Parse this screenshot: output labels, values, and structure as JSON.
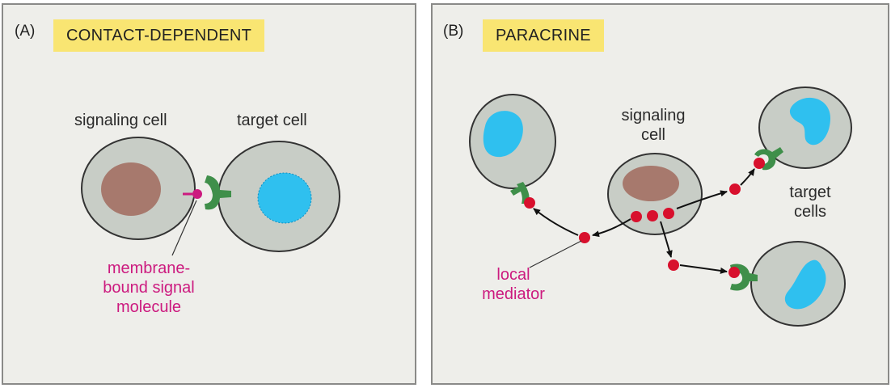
{
  "panel_a": {
    "tag": "(A)",
    "title": "CONTACT-DEPENDENT",
    "signaling_cell_label": "signaling cell",
    "target_cell_label": "target cell",
    "signal_label": [
      "membrane-",
      "bound signal",
      "molecule"
    ]
  },
  "panel_b": {
    "tag": "(B)",
    "title": "PARACRINE",
    "signaling_cell_label": [
      "signaling",
      "cell"
    ],
    "target_cells_label": [
      "target",
      "cells"
    ],
    "mediator_label": [
      "local",
      "mediator"
    ]
  },
  "colors": {
    "title_bg": "#f9e572",
    "cell": "#c8cdc6",
    "signaling_nucleus": "#a7796d",
    "target_nucleus": "#2fc0ef",
    "receptor": "#3f8f4a",
    "mediator": "#d8102d",
    "signal_molecule": "#cc1a7f"
  }
}
